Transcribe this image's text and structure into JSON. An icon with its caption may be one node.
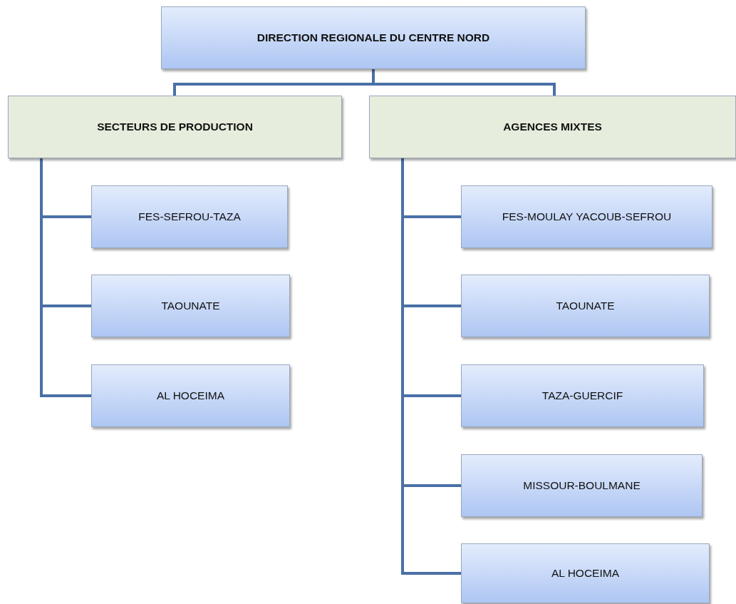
{
  "diagram": {
    "nodes": [
      {
        "text": [
          "DIRECTION REGIONALE DU CENTRE NORD"
        ]
      },
      {
        "text": [
          "SECTEURS DE PRODUCTION"
        ]
      },
      {
        "text": [
          "AGENCES MIXTES"
        ]
      },
      {
        "text": [
          "FES-SEFROU-TAZA"
        ]
      },
      {
        "text": [
          "TAOUNATE"
        ]
      },
      {
        "text": [
          "AL HOCEIMA"
        ]
      },
      {
        "text": [
          "FES-MOULAY YACOUB-SEFROU"
        ]
      },
      {
        "text": [
          "TAOUNATE"
        ]
      },
      {
        "text": [
          "TAZA-GUERCIF"
        ]
      },
      {
        "text": [
          "MISSOUR-BOULMANE"
        ]
      },
      {
        "text": [
          "AL HOCEIMA"
        ]
      }
    ],
    "edges": [
      {
        "from": 0,
        "to": 1,
        "arrow": "none"
      },
      {
        "from": 0,
        "to": 2,
        "arrow": "none"
      },
      {
        "from": 1,
        "to": 3,
        "arrow": "none"
      },
      {
        "from": 1,
        "to": 4,
        "arrow": "none"
      },
      {
        "from": 1,
        "to": 5,
        "arrow": "none"
      },
      {
        "from": 2,
        "to": 6,
        "arrow": "none"
      },
      {
        "from": 2,
        "to": 7,
        "arrow": "none"
      },
      {
        "from": 2,
        "to": 8,
        "arrow": "none"
      },
      {
        "from": 2,
        "to": 9,
        "arrow": "none"
      },
      {
        "from": 2,
        "to": 10,
        "arrow": "none"
      }
    ]
  }
}
